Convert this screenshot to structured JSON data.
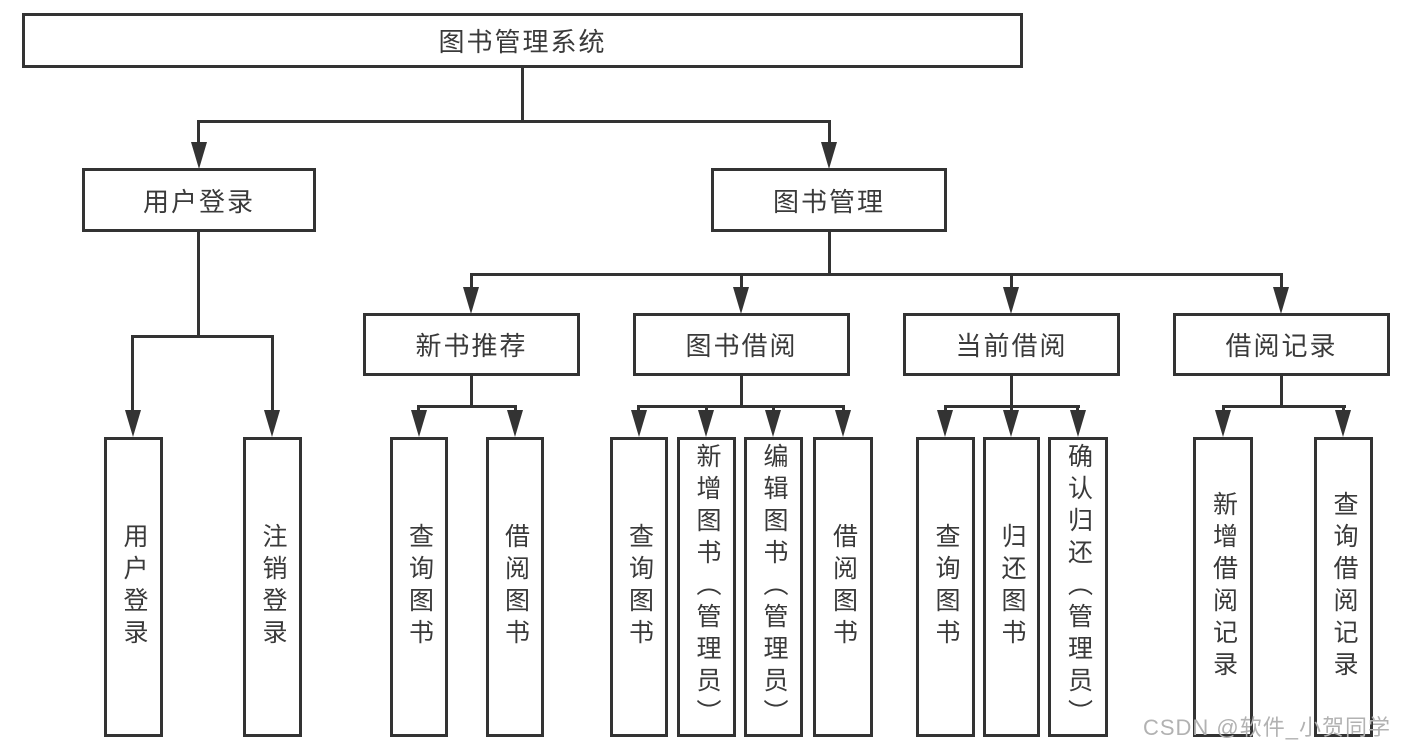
{
  "diagram": {
    "title_node": "图书管理系统",
    "level2": [
      "用户登录",
      "图书管理"
    ],
    "level3": [
      "新书推荐",
      "图书借阅",
      "当前借阅",
      "借阅记录"
    ],
    "leaves": {
      "user_login": [
        "用户登录",
        "注销登录"
      ],
      "new_books": [
        "查询图书",
        "借阅图书"
      ],
      "book_borrow": [
        "查询图书",
        "新增图书（管理员）",
        "编辑图书（管理员）",
        "借阅图书"
      ],
      "current_borrow": [
        "查询图书",
        "归还图书",
        "确认归还（管理员）"
      ],
      "borrow_records": [
        "新增借阅记录",
        "查询借阅记录"
      ]
    }
  },
  "watermark": "CSDN @软件_小贺同学",
  "colors": {
    "line": "#333333",
    "text": "#3a3a3a",
    "background": "#ffffff",
    "watermark": "#b2b2b2"
  }
}
